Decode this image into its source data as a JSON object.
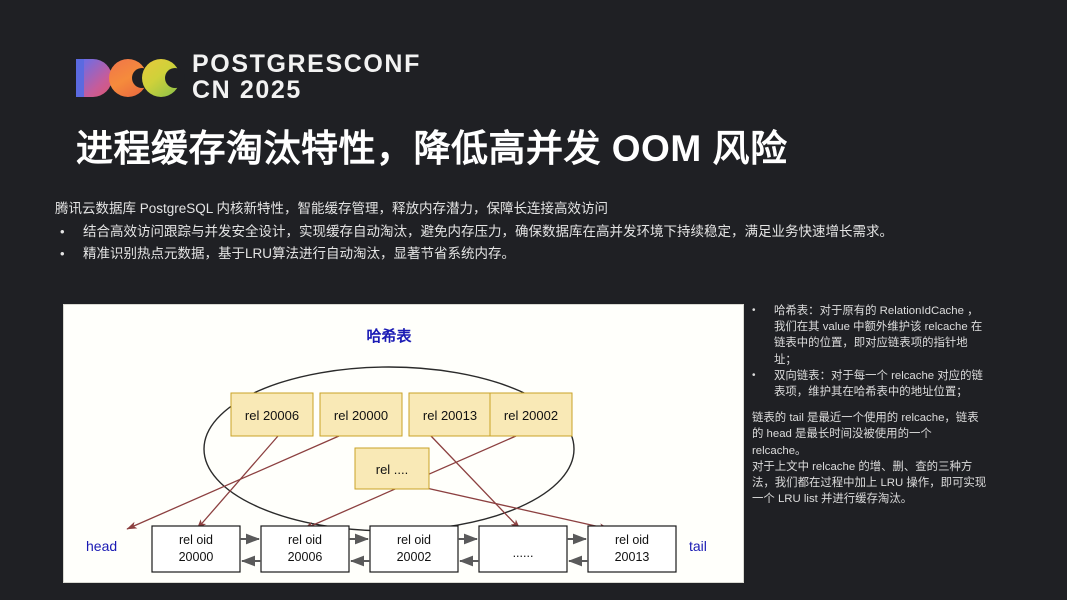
{
  "background_color": "#1f2024",
  "brand": {
    "logo_icon": "pcc-logo-icon",
    "line1": "POSTGRESCONF",
    "line2": "CN 2025",
    "colors": {
      "p_blue": "#5b6ae0",
      "p_pink": "#e0566f",
      "c_orange": "#f0744a",
      "c_green": "#86c04a",
      "text": "#f2f2f2"
    }
  },
  "title": "进程缓存淘汰特性，降低高并发 OOM 风险",
  "lede": "腾讯云数据库 PostgreSQL 内核新特性，智能缓存管理，释放内存潜力，保障长连接高效访问",
  "bullets": [
    {
      "marker": "•",
      "text": "结合高效访问跟踪与并发安全设计，实现缓存自动淘汰，避免内存压力，确保数据库在高并发环境下持续稳定，满足业务快速增长需求。"
    },
    {
      "marker": "•",
      "text": "精准识别热点元数据，基于LRU算法进行自动淘汰，显著节省系统内存。"
    }
  ],
  "diagram": {
    "panel_background": "#fffffb",
    "hash_table_label": "哈希表",
    "hash_table_label_color": "#1a1ab4",
    "ellipse_stroke": "#2b2b2b",
    "node_fill": "#f9e9b6",
    "node_stroke": "#c9a227",
    "link_arrow_color": "#8c4040",
    "list_arrow_color": "#5a5a5a",
    "hash_nodes": [
      {
        "label": "rel 20006"
      },
      {
        "label": "rel 20000"
      },
      {
        "label": "rel 20013"
      },
      {
        "label": "rel 20002"
      }
    ],
    "hash_node_extra": {
      "label": "rel ...."
    },
    "head_label": "head",
    "tail_label": "tail",
    "endpoint_label_color": "#1a1ab4",
    "list_nodes": [
      {
        "line1": "rel oid",
        "line2": "20000"
      },
      {
        "line1": "rel oid",
        "line2": "20006"
      },
      {
        "line1": "rel oid",
        "line2": "20002"
      },
      {
        "line1": "",
        "line2": "......"
      },
      {
        "line1": "rel oid",
        "line2": "20013"
      }
    ]
  },
  "notes": {
    "bullets": [
      {
        "marker": "•",
        "text": "哈希表：对于原有的 RelationIdCache ，我们在其 value 中额外维护该 relcache 在链表中的位置，即对应链表项的指针地址；"
      },
      {
        "marker": "•",
        "text": "双向链表：对于每一个 relcache 对应的链表项，维护其在哈希表中的地址位置；"
      }
    ],
    "paragraphs": [
      "链表的 tail 是最近一个使用的 relcache，链表的 head 是最长时间没被使用的一个 relcache。",
      "对于上文中 relcache 的增、删、查的三种方法，我们都在过程中加上 LRU 操作，即可实现一个 LRU list 并进行缓存淘汰。"
    ]
  }
}
